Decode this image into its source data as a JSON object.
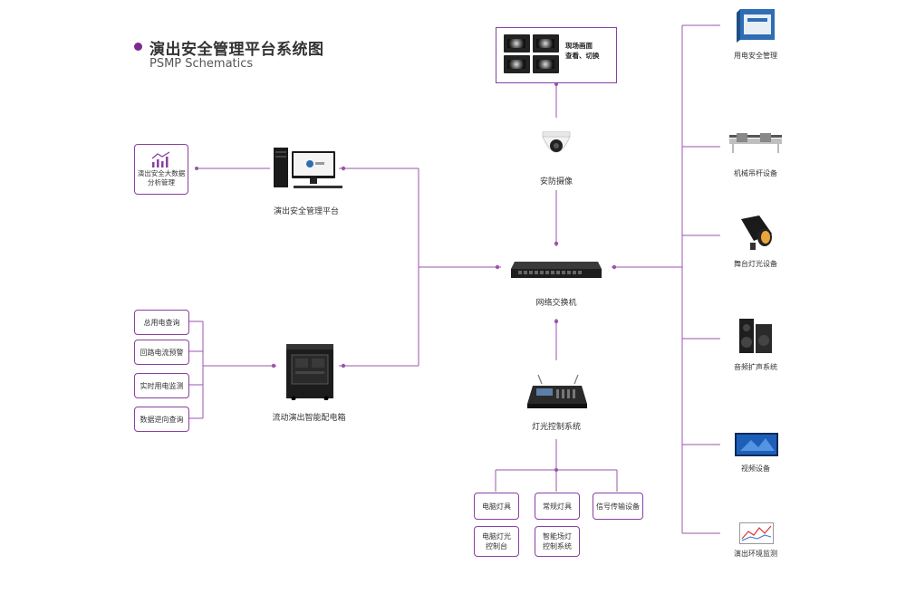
{
  "title": {
    "cn": "演出安全管理平台系统图",
    "en": "PSMP Schematics"
  },
  "nodes": {
    "platform": "演出安全管理平台",
    "distribution_box": "流动演出智能配电箱",
    "camera": "安防摄像",
    "switch": "网络交换机",
    "lighting_control": "灯光控制系统",
    "camera_screen": "现场画面\n查看、切换"
  },
  "left_boxes": {
    "analytics": "演出安全大数据\n分析管理",
    "power_items": [
      "总用电查询",
      "回路电流预警",
      "实时用电监测",
      "数据逆向查询"
    ]
  },
  "bottom_boxes": [
    "电脑灯具",
    "常规灯具",
    "信号传输设备",
    "电脑灯光\n控制台",
    "智能场灯\n控制系统"
  ],
  "right_devices": [
    "用电安全管理",
    "机械吊杆设备",
    "舞台灯光设备",
    "音频扩声系统",
    "视频设备",
    "演出环境监测"
  ],
  "colors": {
    "accent": "#8a3fa0",
    "line": "#9a55ad",
    "title_dot": "#7b2a8e"
  }
}
